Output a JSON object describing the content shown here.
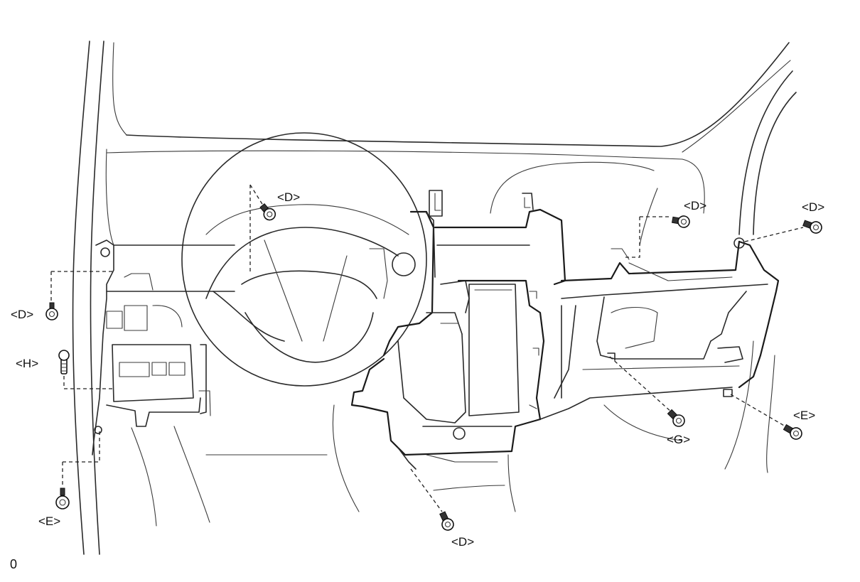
{
  "figure_id": "0",
  "labels": {
    "d_steering": "<D>",
    "d_center_right": "<D>",
    "d_far_right": "<D>",
    "d_left": "<D>",
    "h_left": "<H>",
    "e_left": "<E>",
    "e_right": "<E>",
    "g_right": "<G>",
    "d_bottom": "<D>"
  }
}
